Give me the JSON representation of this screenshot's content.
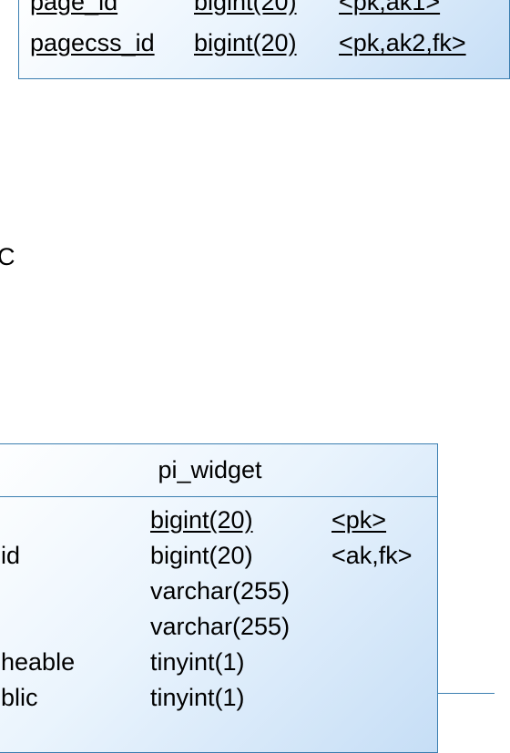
{
  "top_table": {
    "rows": [
      {
        "name": "page_id",
        "type": "bigint(20)",
        "keys": "<pk,ak1>"
      },
      {
        "name": "pagecss_id",
        "type": "bigint(20)",
        "keys": "<pk,ak2,fk>"
      }
    ]
  },
  "stray_label": "C",
  "bottom_table": {
    "title": "pi_widget",
    "rows": [
      {
        "name": "",
        "type": "bigint(20)",
        "keys": "<pk>"
      },
      {
        "name": "id",
        "type": "bigint(20)",
        "keys": "<ak,fk>"
      },
      {
        "name": "",
        "type": "varchar(255)",
        "keys": ""
      },
      {
        "name": "",
        "type": "varchar(255)",
        "keys": ""
      },
      {
        "name": "heable",
        "type": "tinyint(1)",
        "keys": ""
      },
      {
        "name": "blic",
        "type": "tinyint(1)",
        "keys": ""
      }
    ]
  },
  "colors": {
    "border": "#3c7fb1",
    "fill_light": "#ffffff",
    "fill_dark": "#c6def6",
    "text": "#000000"
  }
}
